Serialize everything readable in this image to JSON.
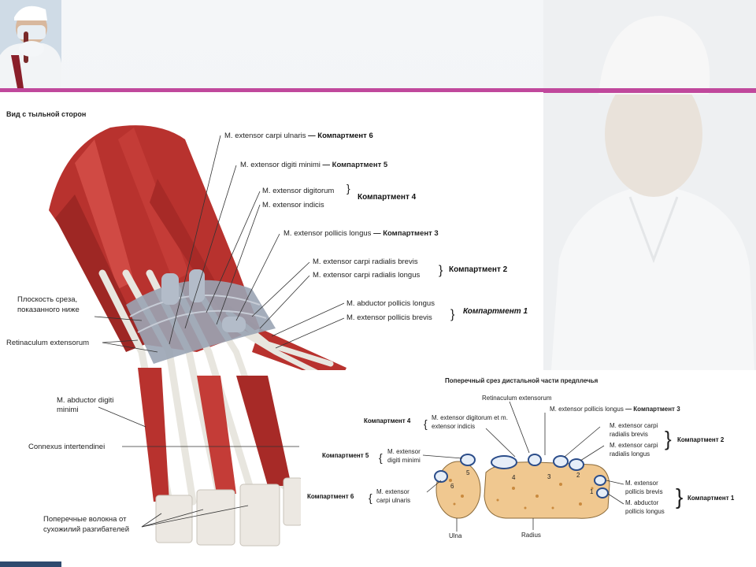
{
  "main_figure": {
    "title": "Вид с тыльной сторон",
    "muscle_labels": {
      "ecu": "M. extensor carpi ulnaris",
      "edm": "M. extensor digiti minimi",
      "ed": "M. extensor digitorum",
      "ei": "M. extensor indicis",
      "epl": "M. extensor pollicis longus",
      "ecrb": "M. extensor carpi radialis brevis",
      "ecrl": "M. extensor carpi radialis longus",
      "apl": "M. abductor pollicis longus",
      "epb": "M. extensor pollicis brevis"
    },
    "compartments": {
      "c6": "— Компартмент 6",
      "c5": "— Компартмент 5",
      "c4": "Компартмент 4",
      "c3": "— Компартмент 3",
      "c2": "Компартмент 2",
      "c1": "Компартмент 1"
    },
    "left_labels": {
      "plane_1": "Плоскость среза,",
      "plane_2": "показанного ниже",
      "retinaculum": "Retinaculum extensorum",
      "adm_1": "M. abductor digiti",
      "adm_2": "minimi",
      "connexus": "Connexus intertendinei",
      "fibers_1": "Поперечные волокна от",
      "fibers_2": "сухожилий разгибателей"
    }
  },
  "inset_figure": {
    "title": "Поперечный срез дистальной части предплечья",
    "retinaculum": "Retinaculum extensorum",
    "epl": "M. extensor pollicis longus",
    "c3": "— Компартмент 3",
    "c4": "Компартмент 4",
    "ed_1": "M. extensor digitorum et m.",
    "ed_2": "extensor indicis",
    "c2": "Компартмент 2",
    "ecrb_1": "M. extensor carpi",
    "ecrb_2": "radialis brevis",
    "ecrl_1": "M. extensor carpi",
    "ecrl_2": "radialis longus",
    "c5": "Компартмент 5",
    "edm_1": "M. extensor",
    "edm_2": "digiti minimi",
    "c6": "Компартмент 6",
    "ecu_1": "M. extensor",
    "ecu_2": "carpi ulnaris",
    "epb_1": "M. extensor",
    "epb_2": "pollicis brevis",
    "apl_1": "M. abductor",
    "apl_2": "pollicis longus",
    "c1": "Компартмент 1",
    "ulna": "Ulna",
    "radius": "Radius",
    "numbers": [
      "1",
      "2",
      "3",
      "4",
      "5",
      "6"
    ]
  },
  "colors": {
    "accent_bar": "#c0489c",
    "muscle": "#b8322e",
    "tendon": "#e8e6df",
    "retinaculum": "#9aa4b4",
    "bone": "#f0c890"
  }
}
